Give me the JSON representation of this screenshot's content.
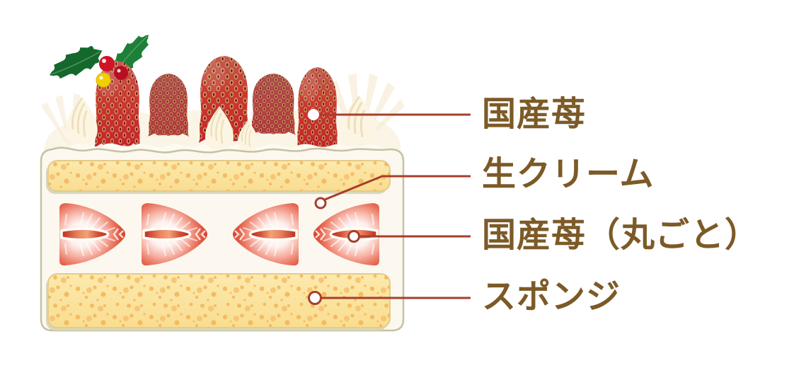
{
  "diagram": {
    "type": "labeled-illustration",
    "subject_icon": "christmas-strawberry-shortcake-slice",
    "labels": [
      {
        "text": "国産苺",
        "target_icon": "whole-strawberry-topping"
      },
      {
        "text": "生クリーム",
        "target_icon": "whipped-cream-layer"
      },
      {
        "text": "国産苺（丸ごと）",
        "target_icon": "whole-strawberry-filling"
      },
      {
        "text": "スポンジ",
        "target_icon": "sponge-layer"
      }
    ],
    "colors": {
      "label_text": "#7c5a27",
      "leader_line": "#a63f2c",
      "callout_dot_fill": "#ffffff",
      "strawberry_red": "#c6232b",
      "strawberry_dark_red": "#b04343",
      "strawberry_seed": "#7a1417",
      "strawberry_seed_ring": "#d6b269",
      "cross_section_rim": "#d13a2a",
      "cross_section_core": "#bb2c1d",
      "sponge_yellow": "#fbe39e",
      "sponge_speckle": "#f4b459",
      "sponge_edge": "#e3cc8b",
      "cream_white": "#fdfaf1",
      "cream_shade": "#eedfb8",
      "cake_face": "#fcf8ef",
      "cake_outline": "#c5c2a2",
      "holly_green_dark": "#15682c",
      "holly_green": "#1d8038",
      "holly_berry_red": "#cf1426",
      "holly_berry_yellow": "#f2cf00",
      "background": "#ffffff"
    }
  }
}
